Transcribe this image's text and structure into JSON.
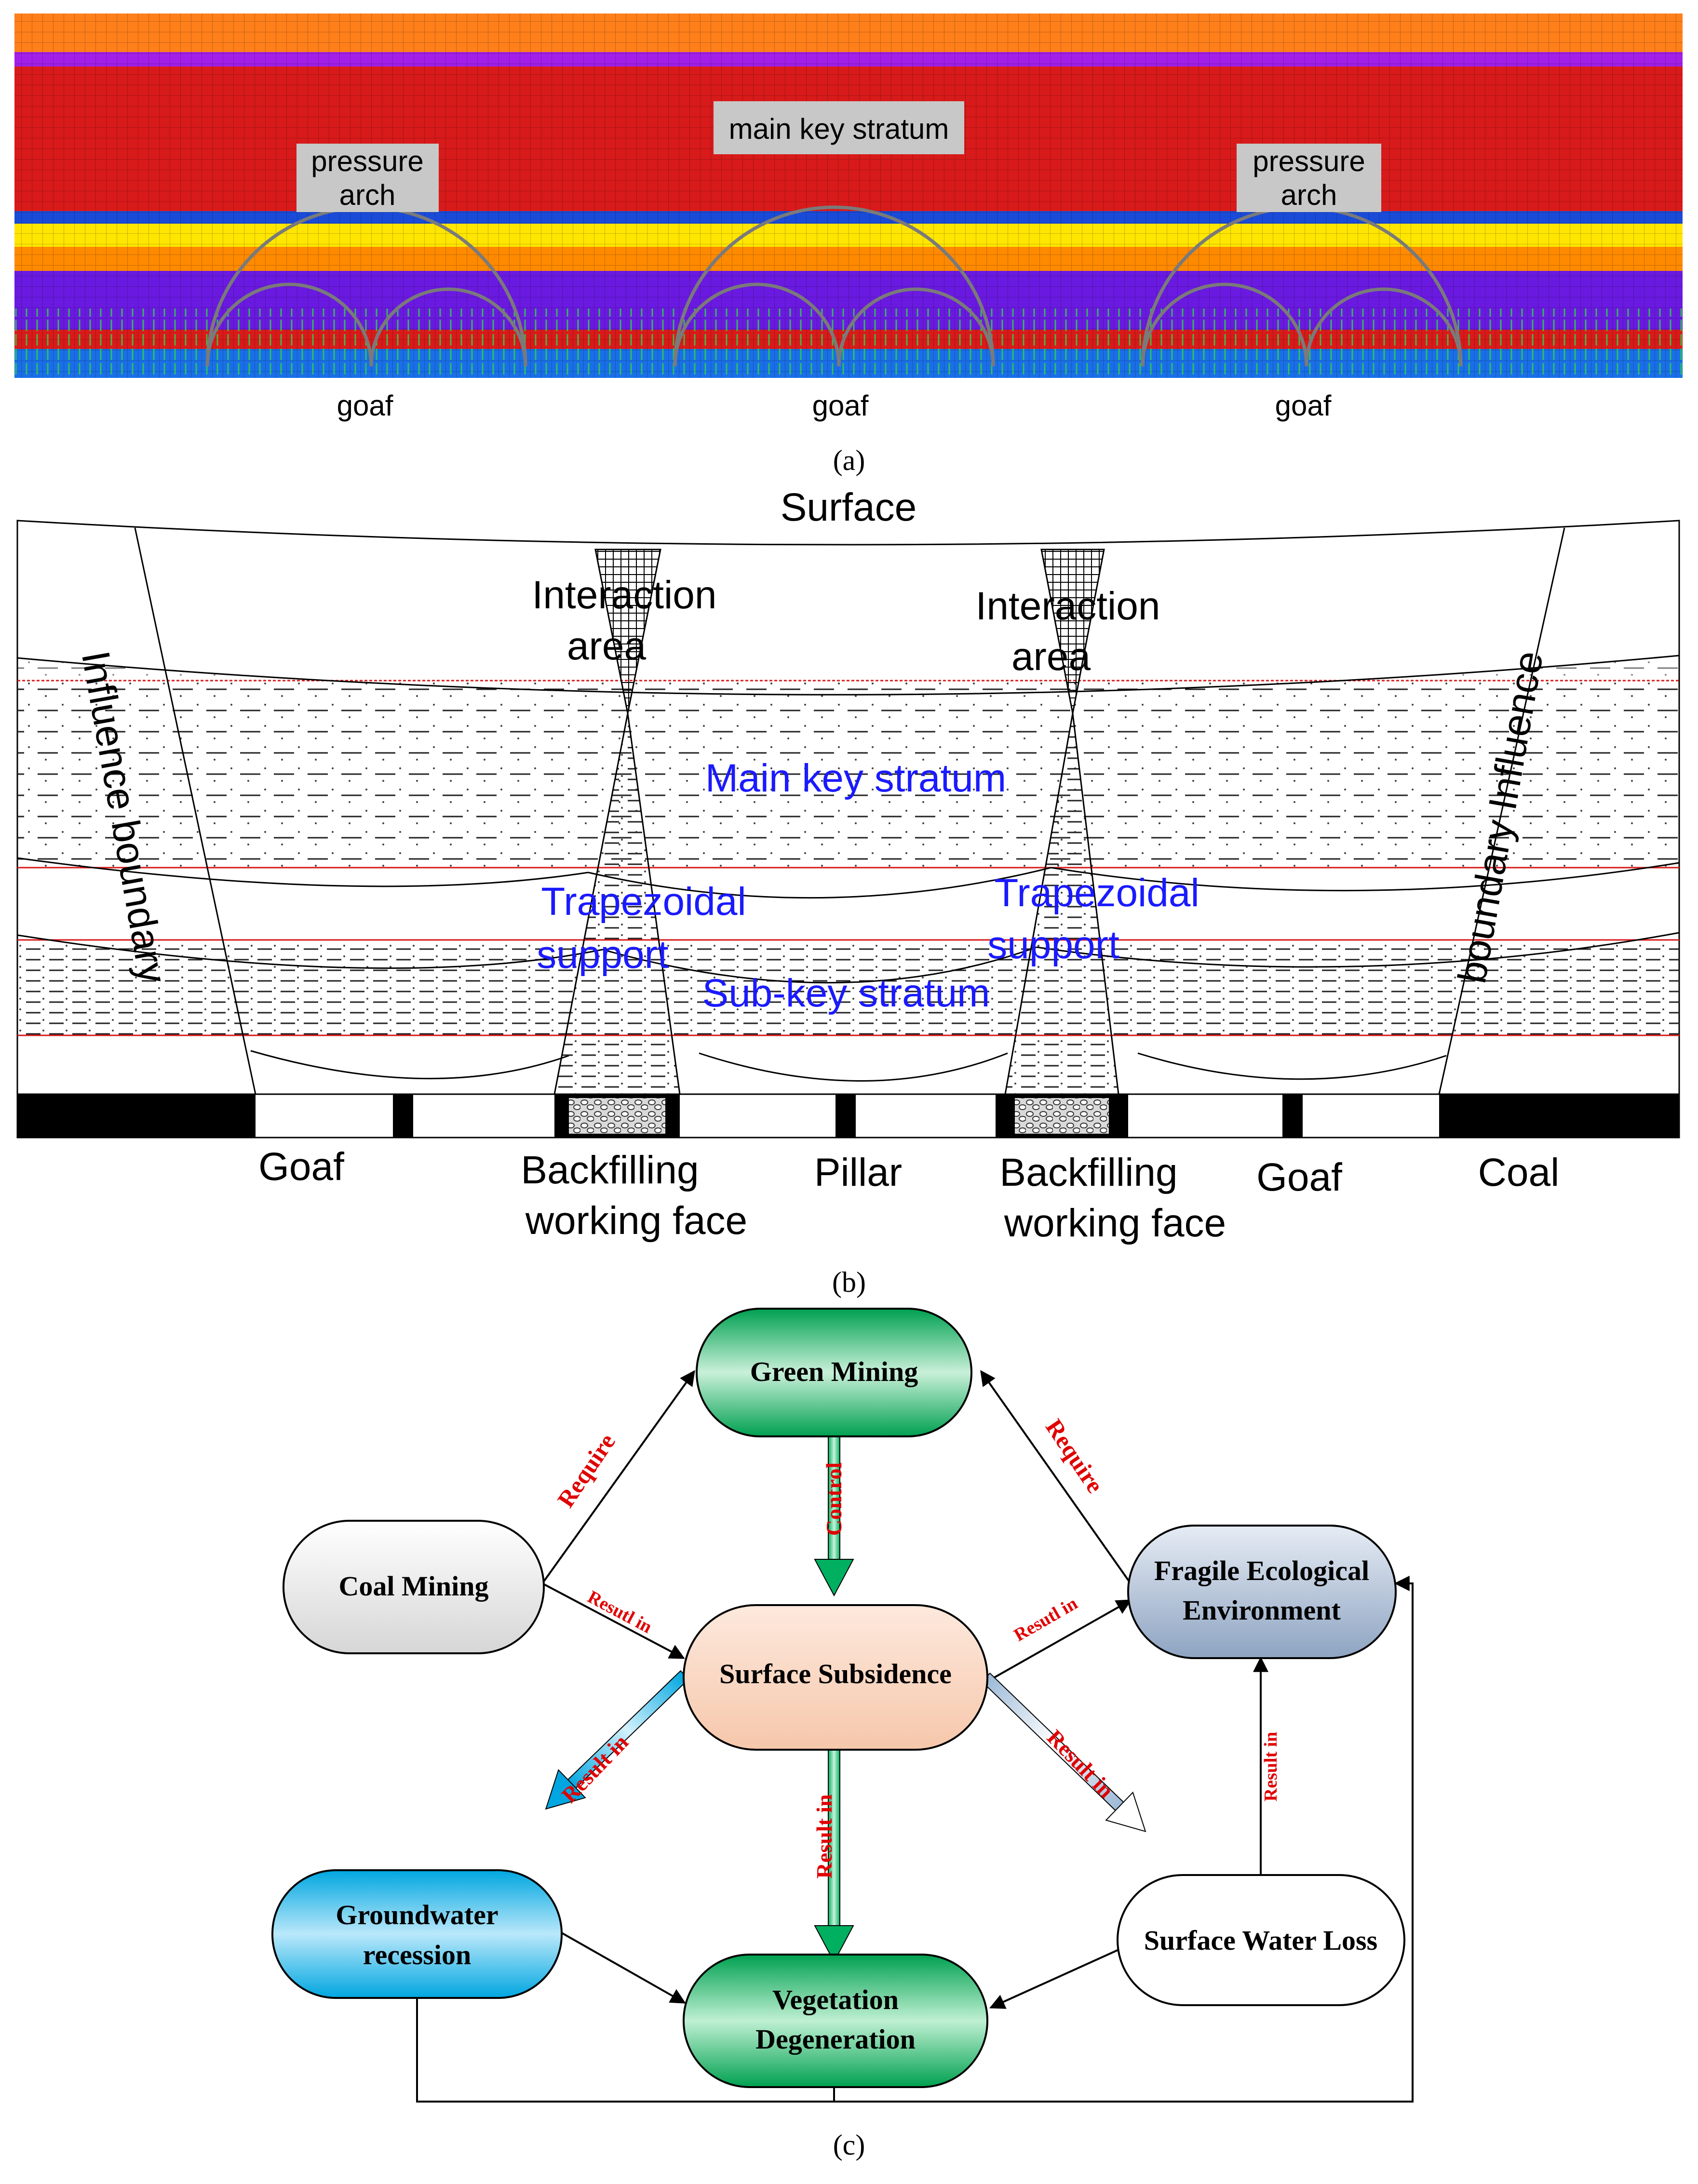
{
  "panels": {
    "a": {
      "label": "(a)",
      "pressure_arch_left": [
        "pressure",
        "arch"
      ],
      "pressure_arch_right": [
        "pressure",
        "arch"
      ],
      "main_key_stratum": "main key stratum",
      "goaf_labels": [
        "goaf",
        "goaf",
        "goaf"
      ],
      "layer_colors": [
        "#ff7f1a",
        "#a31fe8",
        "#d81a1a",
        "#1a4bd8",
        "#ffe600",
        "#ff8a00",
        "#6a1ae0",
        "#1a6fe8"
      ]
    },
    "b": {
      "label": "(b)",
      "surface": "Surface",
      "interaction_area_left": [
        "Interaction",
        "area"
      ],
      "interaction_area_right": [
        "Interaction",
        "area"
      ],
      "influence_boundary_left": "Influence boundary",
      "influence_boundary_right": "boundary Influence",
      "main_key_stratum": "Main key stratum",
      "trapezoidal_support_left": [
        "Trapezoidal",
        "support"
      ],
      "trapezoidal_support_right": [
        "Trapezoidal",
        "support"
      ],
      "sub_key_stratum": "Sub-key stratum",
      "bottom_labels": {
        "goaf_left": "Goaf",
        "backfilling_left": [
          "Backfilling",
          "working face"
        ],
        "pillar": "Pillar",
        "backfilling_right": [
          "Backfilling",
          "working face"
        ],
        "goaf_right": "Goaf",
        "coal": "Coal"
      }
    },
    "c": {
      "label": "(c)",
      "nodes": {
        "green_mining": "Green Mining",
        "coal_mining": "Coal Mining",
        "fragile_env": [
          "Fragile Ecological",
          "Environment"
        ],
        "surface_subsidence": "Surface Subsidence",
        "groundwater": [
          "Groundwater",
          "recession"
        ],
        "vegetation": [
          "Vegetation",
          "Degeneration"
        ],
        "surface_water_loss": "Surface Water Loss"
      },
      "edges": {
        "coal_to_green": "Require",
        "env_to_green": "Require",
        "green_to_subsidence": "Control",
        "coal_to_subsidence": "Resutl in",
        "subsidence_to_env": "Resutl in",
        "subsidence_to_groundwater": "Result in",
        "subsidence_to_vegetation": "Result in",
        "subsidence_to_water_loss": "Result in",
        "water_loss_to_env": "Result in"
      }
    }
  }
}
